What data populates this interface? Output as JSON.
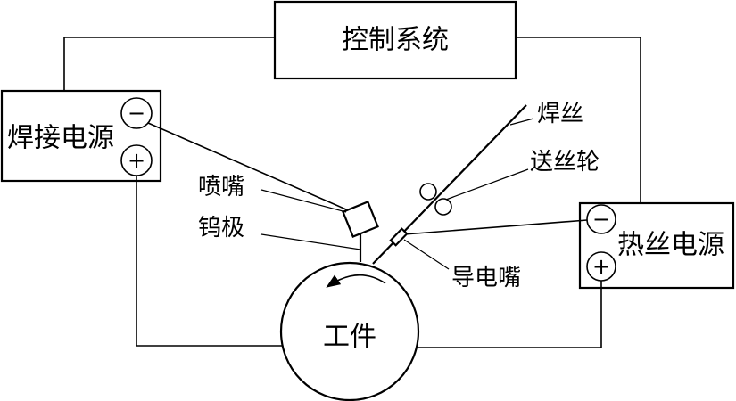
{
  "boxes": {
    "control": "控制系统",
    "weld_power": "焊接电源",
    "hotwire_power": "热丝电源"
  },
  "terminals": {
    "minus": "−",
    "plus": "+"
  },
  "workpiece": "工件",
  "labels": {
    "wire": "焊丝",
    "feed_roller": "送丝轮",
    "nozzle": "喷嘴",
    "tungsten": "钨极",
    "contact_tip": "导电嘴"
  }
}
